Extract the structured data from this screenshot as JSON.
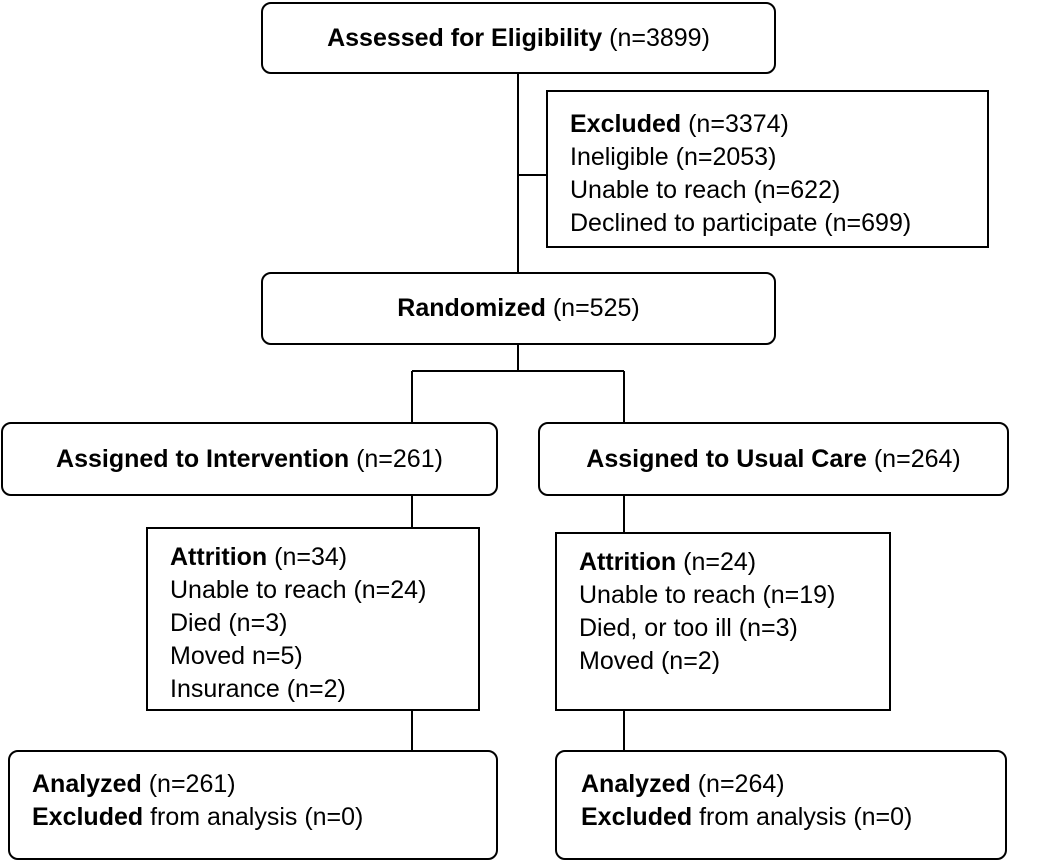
{
  "assessed": {
    "label": "Assessed for Eligibility",
    "count": "(n=3899)"
  },
  "excluded": {
    "label": "Excluded",
    "count": "(n=3374)",
    "reasons": [
      "Ineligible (n=2053)",
      "Unable to reach (n=622)",
      "Declined to participate (n=699)"
    ]
  },
  "randomized": {
    "label": "Randomized",
    "count": "(n=525)"
  },
  "intervention": {
    "assigned": {
      "label": "Assigned to Intervention",
      "count": "(n=261)"
    },
    "attrition": {
      "label": "Attrition",
      "count": "(n=34)",
      "reasons": [
        "Unable to reach (n=24)",
        "Died (n=3)",
        "Moved n=5)",
        "Insurance (n=2)"
      ]
    },
    "analyzed": {
      "label": "Analyzed",
      "count": "(n=261)"
    },
    "excluded_analysis": {
      "label": "Excluded",
      "rest": "from analysis (n=0)"
    }
  },
  "usual_care": {
    "assigned": {
      "label": "Assigned to Usual Care",
      "count": "(n=264)"
    },
    "attrition": {
      "label": "Attrition",
      "count": "(n=24)",
      "reasons": [
        "Unable to reach (n=19)",
        "Died, or too ill (n=3)",
        "Moved (n=2)"
      ]
    },
    "analyzed": {
      "label": "Analyzed",
      "count": "(n=264)"
    },
    "excluded_analysis": {
      "label": "Excluded",
      "rest": "from analysis (n=0)"
    }
  }
}
